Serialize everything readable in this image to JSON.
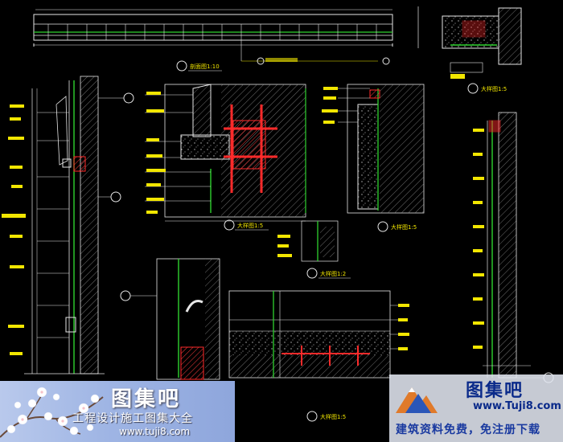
{
  "drawing": {
    "titles": {
      "top": "剖面图1:10",
      "center": "大样图1:5",
      "small_mid": "大样图1:2",
      "right": "大样图1:5",
      "bottom_center": "大样图1:5",
      "bottom_right": "大样图1:5"
    }
  },
  "watermark_left": {
    "title": "图集吧",
    "subtitle": "工程设计施工图集大全",
    "url": "www.tuji8.com"
  },
  "watermark_right": {
    "title": "图集吧",
    "url": "www.Tuji8.com",
    "slogan": "建筑资料免费，免注册下载"
  },
  "colors": {
    "background": "#000000",
    "line_white": "#e6e6e6",
    "line_green": "#2fd22f",
    "line_red": "#ff2a2a",
    "text_yellow": "#f2e600",
    "line_cyan": "#33e0e6"
  }
}
